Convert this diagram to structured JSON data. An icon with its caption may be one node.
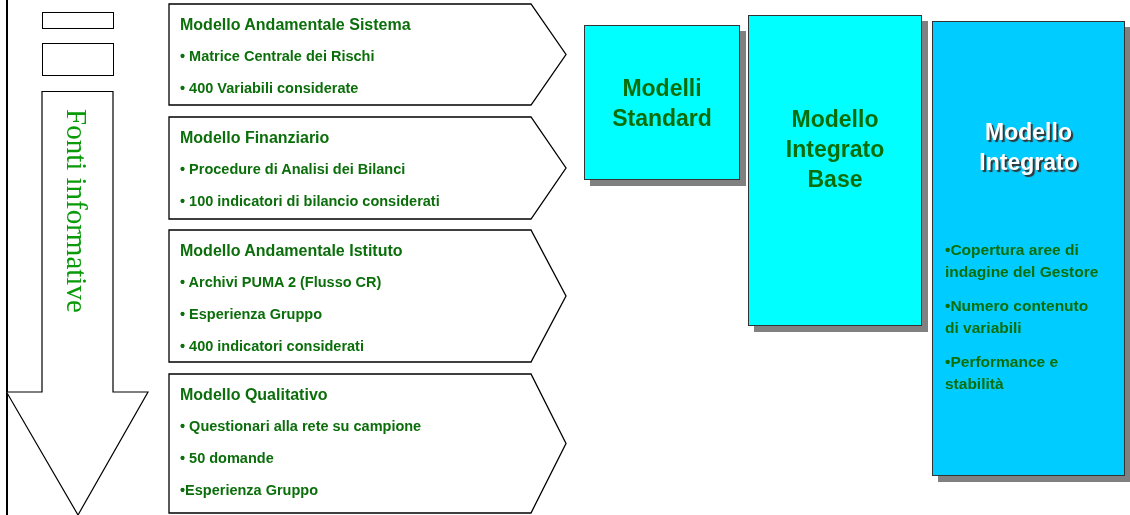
{
  "diagram": {
    "nodes": [
      {
        "text": [],
        "shape": "box"
      },
      {
        "text": [],
        "shape": "box"
      },
      {
        "text": [
          "Fonti informative"
        ]
      },
      {
        "text": [
          "Modello Andamentale Sistema",
          "• Matrice Centrale dei Rischi",
          "• 400 Variabili considerate"
        ]
      },
      {
        "text": [
          "Modello Finanziario",
          "• Procedure di Analisi dei Bilanci",
          "• 100 indicatori di bilancio considerati"
        ]
      },
      {
        "text": [
          "Modello Andamentale Istituto",
          "• Archivi PUMA 2 (Flusso CR)",
          "• Esperienza Gruppo",
          "• 400 indicatori considerati"
        ]
      },
      {
        "text": [
          "Modello Qualitativo",
          "• Questionari alla rete su campione",
          "• 50 domande",
          "•Esperienza Gruppo"
        ]
      },
      {
        "text": [
          "Modelli Standard"
        ]
      },
      {
        "text": [
          "Modello Integrato Base"
        ]
      },
      {
        "text": [
          "Modello Integrato",
          "•Copertura aree di indagine del Gestore",
          "•Numero contenuto di variabili",
          "•Performance e stabilità"
        ]
      }
    ]
  }
}
